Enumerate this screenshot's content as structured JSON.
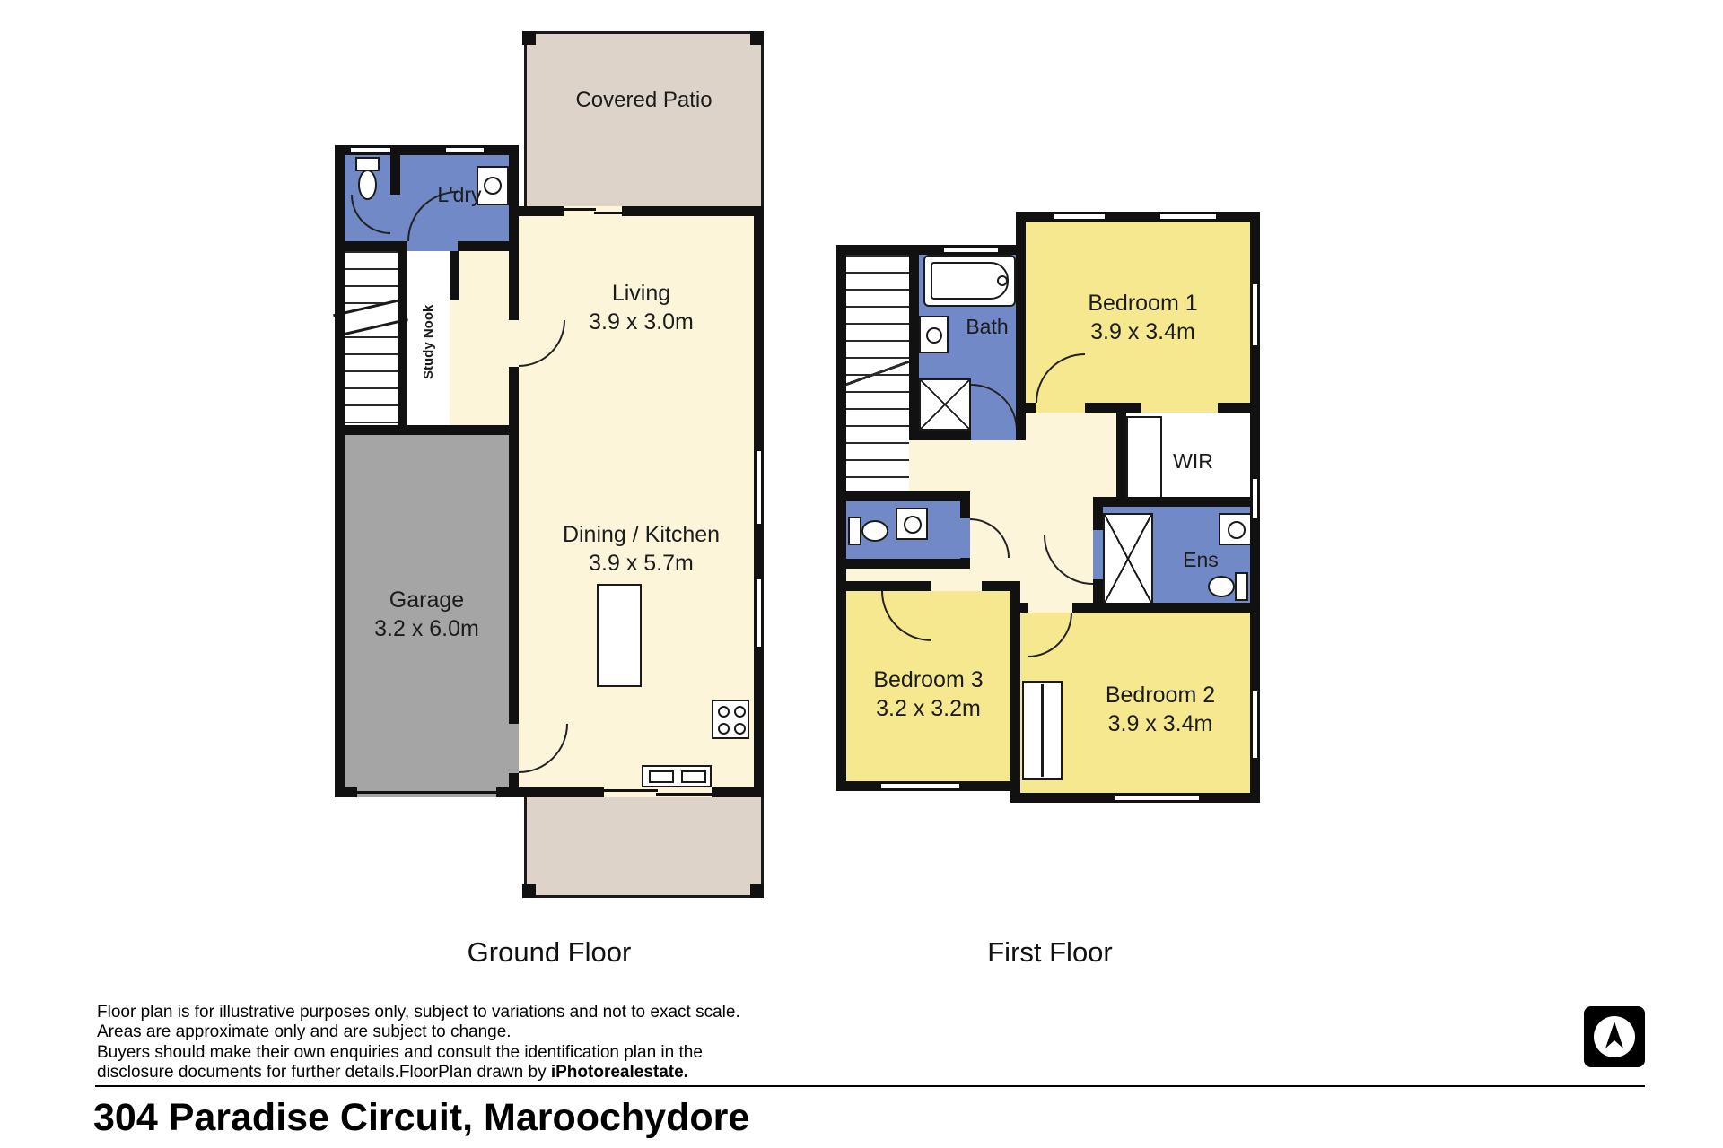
{
  "colors": {
    "wall": "#111111",
    "cream": "#fcf5da",
    "yellow": "#f5e88f",
    "wet": "#7289c7",
    "garage": "#a5a5a5",
    "patio": "#ded3c8"
  },
  "ground": {
    "label": "Ground Floor",
    "rooms": {
      "patio": {
        "name": "Covered Patio"
      },
      "laundry": {
        "name": "L'dry"
      },
      "study": {
        "name": "Study Nook"
      },
      "living": {
        "name": "Living",
        "dims": "3.9 x 3.0m"
      },
      "dining": {
        "name": "Dining / Kitchen",
        "dims": "3.9 x 5.7m"
      },
      "garage": {
        "name": "Garage",
        "dims": "3.2 x 6.0m"
      }
    }
  },
  "first": {
    "label": "First Floor",
    "rooms": {
      "bath": {
        "name": "Bath"
      },
      "bedroom1": {
        "name": "Bedroom 1",
        "dims": "3.9 x 3.4m"
      },
      "wir": {
        "name": "WIR"
      },
      "ens": {
        "name": "Ens"
      },
      "bedroom3": {
        "name": "Bedroom 3",
        "dims": "3.2 x 3.2m"
      },
      "bedroom2": {
        "name": "Bedroom 2",
        "dims": "3.9 x 3.4m"
      }
    }
  },
  "disclaimer": {
    "line1": "Floor plan is for illustrative purposes only, subject to variations and not to exact scale.",
    "line2": "Areas are approximate only and are subject to change.",
    "line3": "Buyers should make their own enquiries and consult the identification plan in the",
    "line4_text": "disclosure documents for further details.FloorPlan drawn by ",
    "line4_credit": "iPhotorealestate."
  },
  "footer": {
    "address": "304 Paradise Circuit, Maroochydore"
  }
}
